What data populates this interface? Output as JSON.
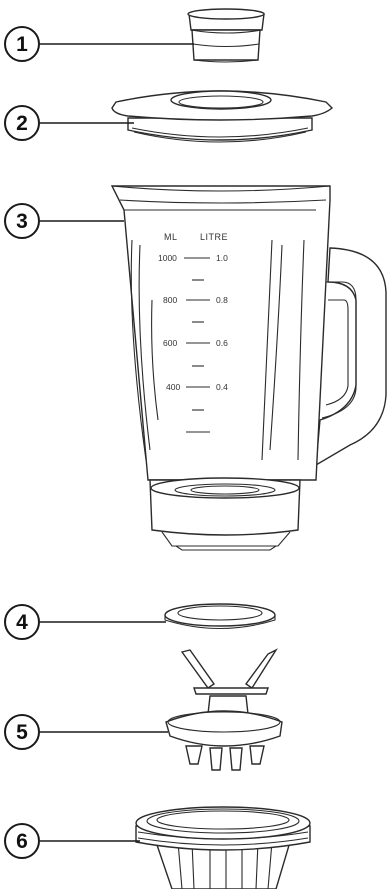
{
  "callouts": [
    {
      "number": "1"
    },
    {
      "number": "2"
    },
    {
      "number": "3"
    },
    {
      "number": "4"
    },
    {
      "number": "5"
    },
    {
      "number": "6"
    }
  ],
  "jug_scale": {
    "ml_header": "ML",
    "litre_header": "LITRE",
    "marks": [
      {
        "ml": "1000",
        "litre": "1.0"
      },
      {
        "ml": "800",
        "litre": "0.8"
      },
      {
        "ml": "600",
        "litre": "0.6"
      },
      {
        "ml": "400",
        "litre": "0.4"
      }
    ]
  }
}
